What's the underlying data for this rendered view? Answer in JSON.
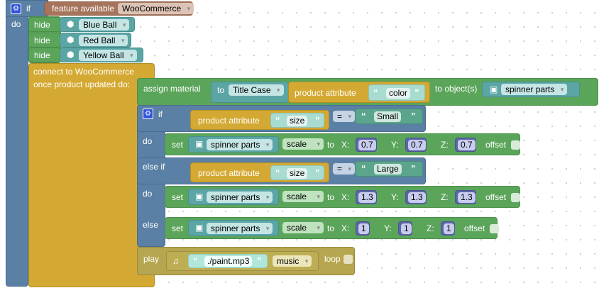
{
  "if_block": {
    "if_label": "if",
    "do_label": "do",
    "condition": {
      "label": "feature available",
      "value": "WooCommerce"
    }
  },
  "hide_blocks": [
    {
      "label": "hide",
      "object": "Blue Ball"
    },
    {
      "label": "hide",
      "object": "Red Ball"
    },
    {
      "label": "hide",
      "object": "Yellow Ball"
    }
  ],
  "connect": {
    "line1": "connect to WooCommerce",
    "line2": "once product updated do:"
  },
  "assign": {
    "label": "assign material",
    "to": "to",
    "case": "Title Case",
    "attr_label": "product attribute",
    "attr": "color",
    "to_objects": "to object(s)",
    "object": "spinner parts"
  },
  "inner_if": {
    "if": "if",
    "do": "do",
    "else_if": "else if",
    "else": "else",
    "eq": "=",
    "cond1": {
      "attr_label": "product attribute",
      "attr": "size",
      "value": "Small"
    },
    "cond2": {
      "attr_label": "product attribute",
      "attr": "size",
      "value": "Large"
    }
  },
  "sets": [
    {
      "set": "set",
      "object": "spinner parts",
      "prop": "scale",
      "to": "to",
      "x_label": "X:",
      "x": "0.7",
      "y_label": "Y:",
      "y": "0.7",
      "z_label": "Z:",
      "z": "0.7",
      "offset": "offset"
    },
    {
      "set": "set",
      "object": "spinner parts",
      "prop": "scale",
      "to": "to",
      "x_label": "X:",
      "x": "1.3",
      "y_label": "Y:",
      "y": "1.3",
      "z_label": "Z:",
      "z": "1.3",
      "offset": "offset"
    },
    {
      "set": "set",
      "object": "spinner parts",
      "prop": "scale",
      "to": "to",
      "x_label": "X:",
      "x": "1",
      "y_label": "Y:",
      "y": "1",
      "z_label": "Z:",
      "z": "1",
      "offset": "offset"
    }
  ],
  "play": {
    "label": "play",
    "file": "./paint.mp3",
    "type": "music",
    "loop": "loop"
  }
}
